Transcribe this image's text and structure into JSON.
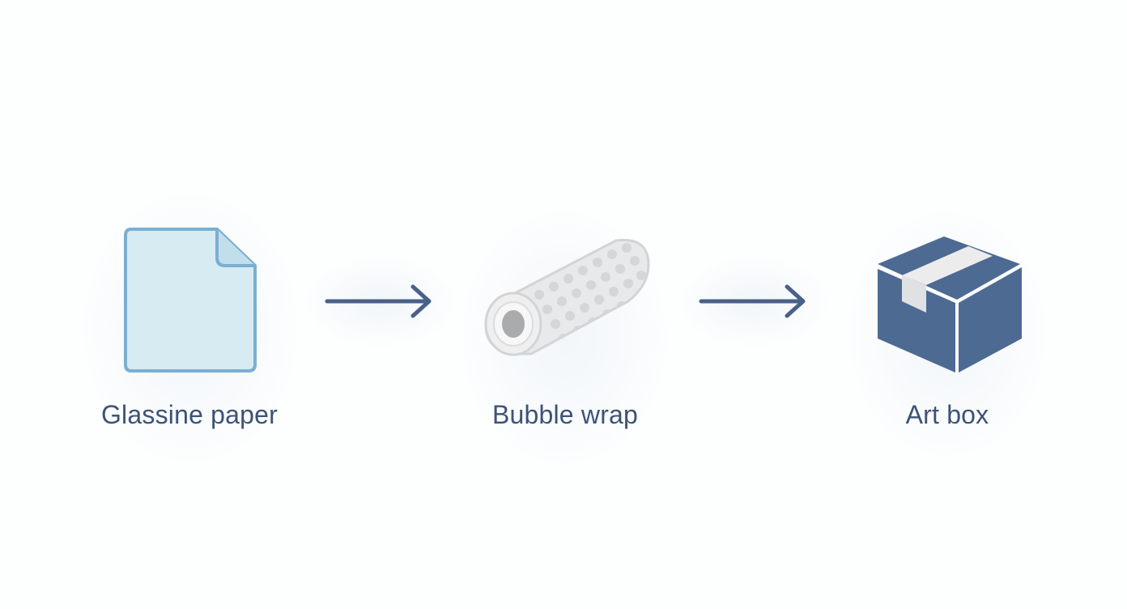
{
  "steps": [
    {
      "label": "Glassine paper",
      "icon": "glassine-paper-icon"
    },
    {
      "label": "Bubble wrap",
      "icon": "bubble-wrap-icon"
    },
    {
      "label": "Art box",
      "icon": "art-box-icon"
    }
  ],
  "connectors": [
    "arrow-right-icon",
    "arrow-right-icon"
  ],
  "colors": {
    "label": "#3d5277",
    "arrow": "#4a6088",
    "paper_fill": "#d7ebf3",
    "paper_stroke": "#7bafd1",
    "box_fill": "#4d6a92",
    "tape": "#ececed",
    "bubble_fill": "#e8e9ea",
    "bubble_dots": "#d4d6d8"
  }
}
